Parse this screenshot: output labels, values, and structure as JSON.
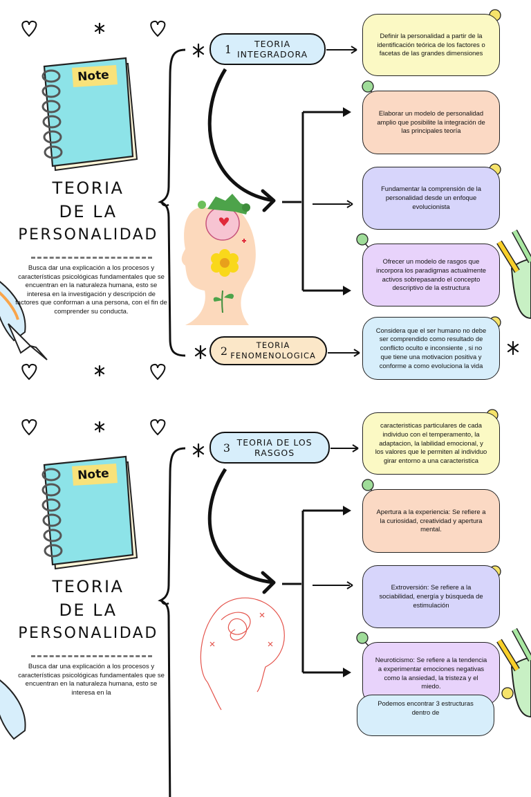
{
  "page1": {
    "title": [
      "TEORIA",
      "DE LA",
      "PERSONALIDAD"
    ],
    "note_label": "Note",
    "description": "Busca dar una explicación a los procesos y características psicológicas fundamentales que se encuentran en la naturaleza humana, esto se interesa en la investigación y descripción de factores que conforman a una persona, con el fin de comprender su conducta.",
    "branches": [
      {
        "number": "1",
        "label": "TEORIA INTEGRADORA"
      },
      {
        "number": "2",
        "label": "TEORIA FENOMENOLOGICA"
      }
    ],
    "cards": [
      "Definir la personalidad a partir de la identificación teórica de los factores o facetas de las grandes dimensiones",
      "Elaborar un modelo de personalidad amplio que posibilite la integración de las principales teoría",
      "Fundamentar la comprensión de la personalidad desde un enfoque evolucionista",
      "Ofrecer un modelo de rasgos que incorpora los paradigmas actualmente activos sobrepasando el concepto descriptivo de la estructura",
      "Considera que el ser humano no debe ser comprendido como resultado de conflicto  oculto e inconsiente , si no que tiene una motivacion positiva y  conforme a como evoluciona la vida"
    ]
  },
  "page2": {
    "title": [
      "TEORIA",
      "DE LA",
      "PERSONALIDAD"
    ],
    "note_label": "Note",
    "description": "Busca dar una explicación a los procesos y características psicológicas fundamentales que se encuentran en la naturaleza humana, esto se interesa en la",
    "branches": [
      {
        "number": "3",
        "label": "TEORIA DE LOS RASGOS"
      }
    ],
    "cards": [
      "caracteristicas particulares  de cada individuo con el temperamento, la adaptacion, la labilidad emocional, y los valores que le permiten al individuo girar entorno a una caracteristica",
      "Apertura a la experiencia: Se refiere a la curiosidad, creatividad y apertura mental.",
      "Extroversión: Se refiere a la sociabilidad, energía y búsqueda de estimulación",
      "Neuroticismo: Se refiere a la tendencia a experimentar emociones negativas como la ansiedad, la tristeza y el miedo.",
      "Podemos encontrar 3 estructuras dentro de"
    ]
  },
  "colors": {
    "yellow_card": "#fbf9c4",
    "peach_card": "#fbd9c4",
    "lavender_card": "#d7d5fb",
    "purple_card": "#e8d3fb",
    "blue_card": "#d7eefb",
    "notebook": "#8de3e8",
    "note_tag": "#f8e27a"
  }
}
